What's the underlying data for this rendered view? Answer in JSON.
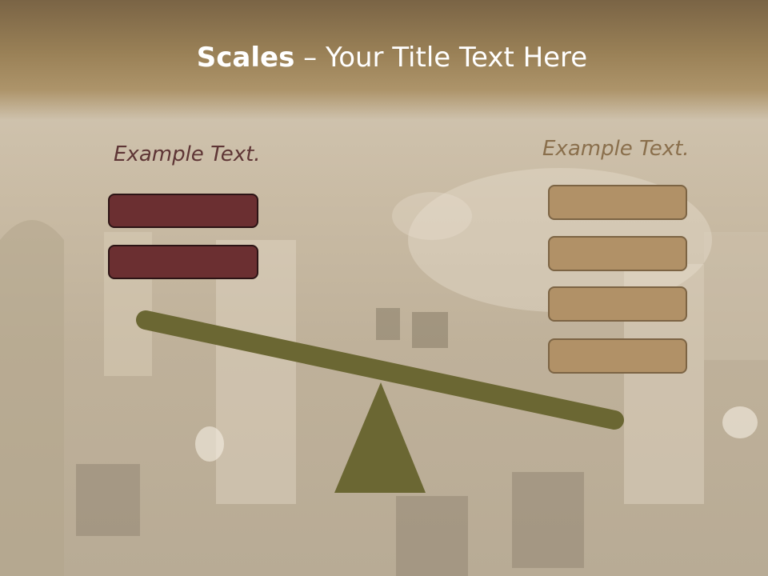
{
  "slide": {
    "title_bold": "Scales",
    "title_rest": " – Your Title Text Here",
    "left_heading": "Example Text.",
    "right_heading": "Example Text."
  },
  "colors": {
    "title_band": "#9a8157",
    "left_box": "#6b2f31",
    "right_box": "#b19167",
    "beam": "#6b6733",
    "fulcrum": "#6b6733"
  }
}
